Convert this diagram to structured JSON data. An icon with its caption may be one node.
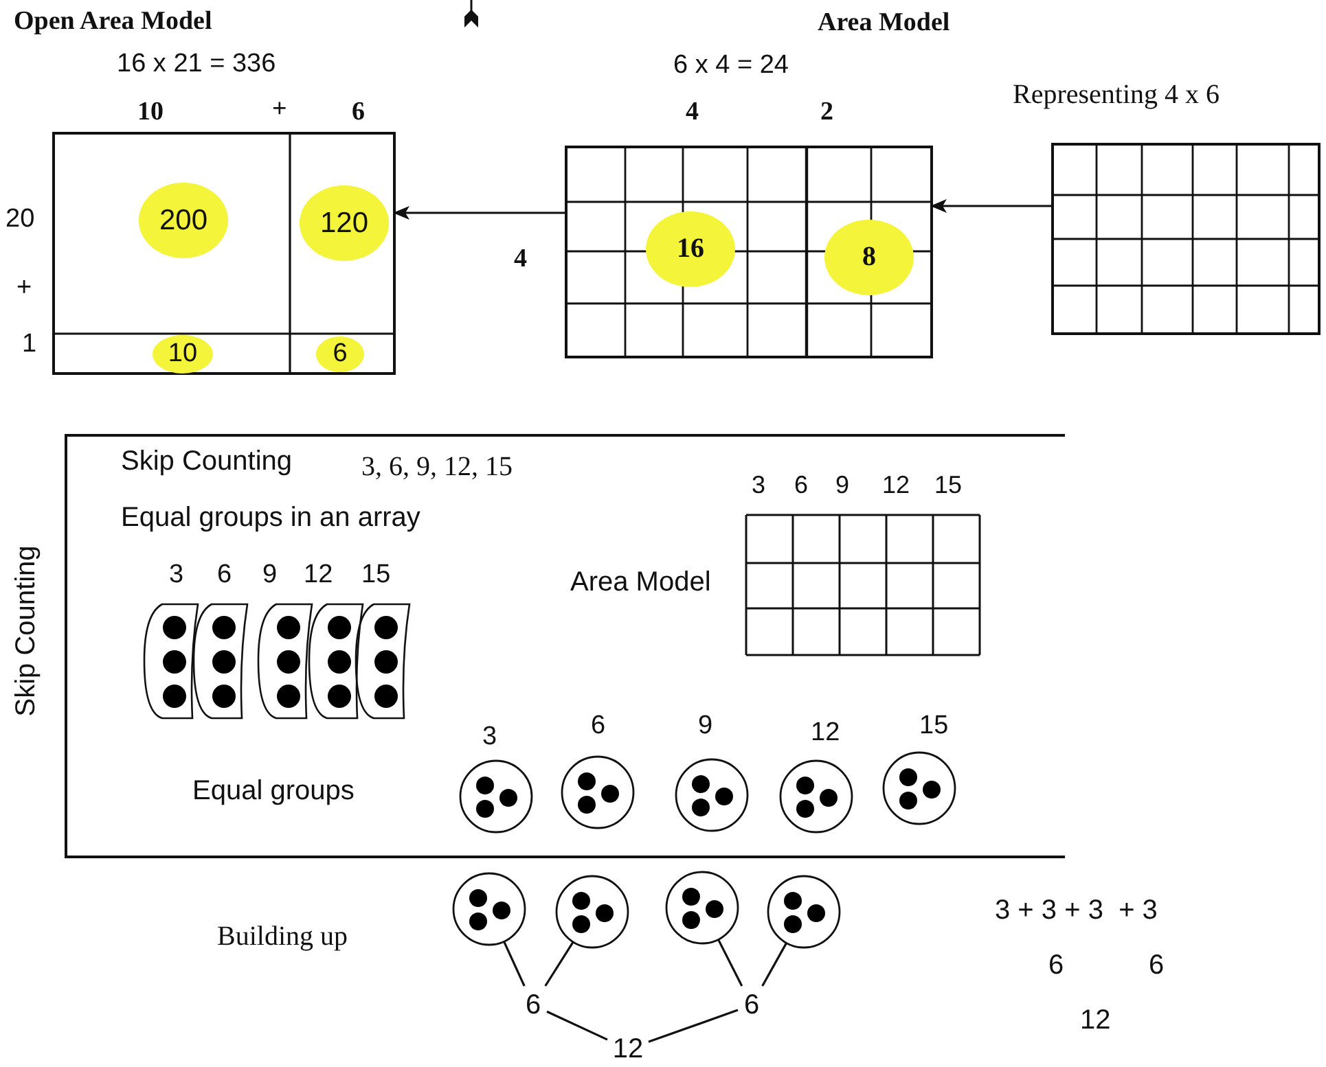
{
  "diagram": {
    "nodes": [
      {
        "text": [],
        "shape": "box"
      },
      {
        "text": [
          "200"
        ],
        "in": 0
      },
      {
        "text": [
          "120"
        ],
        "in": 0
      },
      {
        "text": [
          "10"
        ],
        "in": 0
      },
      {
        "text": [
          "6"
        ],
        "in": 0
      },
      {
        "text": [],
        "shape": "box"
      },
      {
        "text": [
          "16"
        ],
        "in": 5
      },
      {
        "text": [
          "8"
        ],
        "in": 5
      },
      {
        "text": [],
        "shape": "box"
      },
      {
        "text": [
          "Skip Counting"
        ]
      },
      {
        "text": [],
        "shape": "oval",
        "in": 9,
        "beside": [
          "3"
        ]
      },
      {
        "text": [],
        "shape": "oval",
        "in": 9,
        "beside": [
          "6"
        ]
      },
      {
        "text": [],
        "shape": "oval",
        "in": 9,
        "beside": [
          "9"
        ]
      },
      {
        "text": [],
        "shape": "oval",
        "in": 9,
        "beside": [
          "12"
        ]
      },
      {
        "text": [],
        "shape": "oval",
        "in": 9,
        "beside": [
          "15"
        ]
      },
      {
        "text": [],
        "shape": "circle",
        "in": 9,
        "beside": [
          "3"
        ]
      },
      {
        "text": [],
        "shape": "circle",
        "in": 9,
        "beside": [
          "6"
        ]
      },
      {
        "text": [],
        "shape": "circle",
        "in": 9,
        "beside": [
          "9"
        ]
      },
      {
        "text": [],
        "shape": "circle",
        "in": 9,
        "beside": [
          "12"
        ]
      },
      {
        "text": [],
        "shape": "circle",
        "in": 9,
        "beside": [
          "15"
        ]
      },
      {
        "text": [],
        "shape": "circle"
      },
      {
        "text": [],
        "shape": "circle"
      },
      {
        "text": [],
        "shape": "circle"
      },
      {
        "text": [],
        "shape": "circle"
      },
      {
        "text": [
          "6"
        ]
      },
      {
        "text": [
          "6"
        ]
      },
      {
        "text": [
          "12"
        ]
      }
    ],
    "edges": [
      {
        "from": 8,
        "to": 5,
        "arrow": "to"
      },
      {
        "from": 5,
        "to": 0,
        "arrow": "to"
      },
      {
        "from": 20,
        "to": 24,
        "arrow": "none"
      },
      {
        "from": 21,
        "to": 24,
        "arrow": "none"
      },
      {
        "from": 22,
        "to": 25,
        "arrow": "none"
      },
      {
        "from": 23,
        "to": 25,
        "arrow": "none"
      },
      {
        "from": 24,
        "to": 26,
        "arrow": "none"
      },
      {
        "from": 25,
        "to": 26,
        "arrow": "none"
      }
    ],
    "labels": [
      "Open Area Model",
      "16 x 21 = 336",
      "Area Model",
      "6 x 4 = 24",
      "Representing 4 x 6",
      "10",
      "+",
      "6",
      "4",
      "2",
      "20",
      "4",
      "+",
      "1",
      "Skip Counting",
      "3, 6, 9, 12, 15",
      "Equal groups in an array",
      "3",
      "6",
      "9",
      "12",
      "15",
      "Area Model",
      "Equal groups",
      "Building up",
      "3 + 3 + 3  + 3",
      "6",
      "6",
      "12"
    ]
  }
}
